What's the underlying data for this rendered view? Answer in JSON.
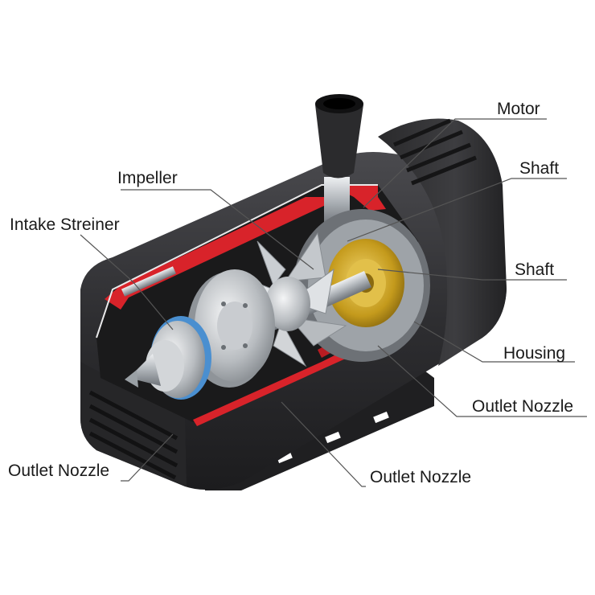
{
  "labels": {
    "motor": "Motor",
    "shaft_top": "Shaft",
    "impeller": "Impeller",
    "intake_strainer": "Intake Streiner",
    "shaft_mid": "Shaft",
    "housing": "Housing",
    "outlet_nozzle_right": "Outlet Nozzle",
    "outlet_nozzle_left": "Outlet Nozzle",
    "outlet_nozzle_bottom": "Outlet Nozzle"
  },
  "colors": {
    "housing_dark": "#2b2b2d",
    "housing_mid": "#3a3a3d",
    "cutaway_red": "#d8232a",
    "metal_light": "#d9dcdf",
    "brass": "#c9a227",
    "seal_blue": "#4a8fd0"
  }
}
